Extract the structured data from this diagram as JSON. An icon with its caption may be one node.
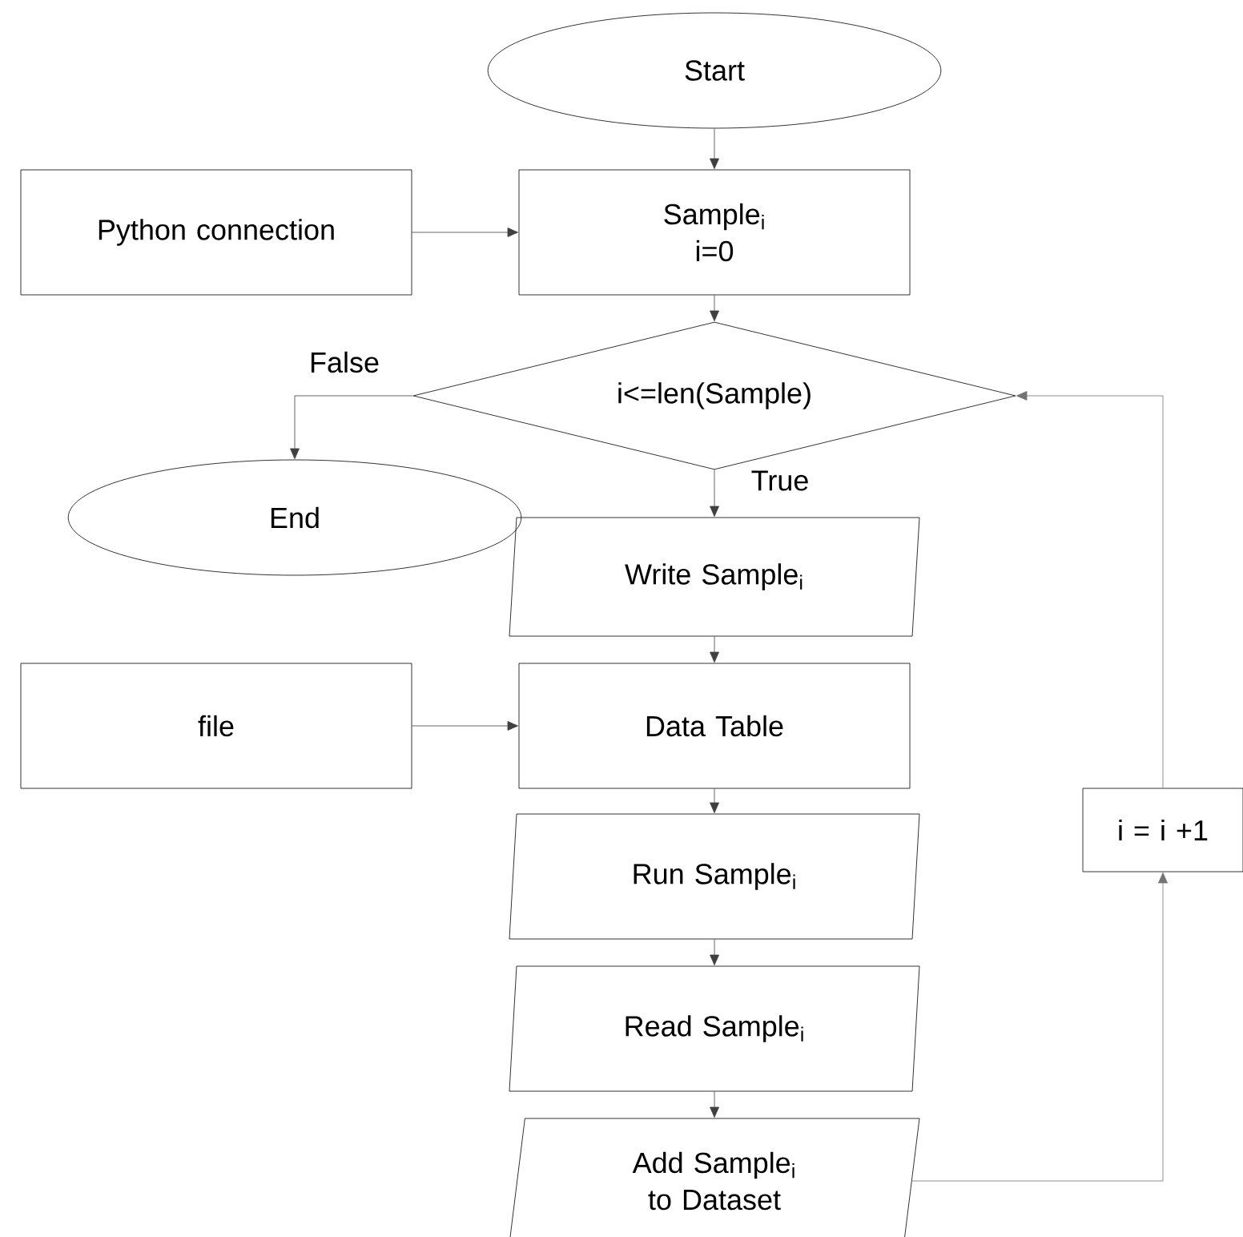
{
  "diagram": {
    "nodes": [
      {
        "text": [
          "Start"
        ]
      },
      {
        "text": [
          "Python connection"
        ]
      },
      {
        "text": [
          "Sample$_{i}$",
          "i=0"
        ]
      },
      {
        "text": [
          "i<=len(Sample)"
        ]
      },
      {
        "text": [
          "End"
        ]
      },
      {
        "text": [
          "Write Sample$_{i}$"
        ]
      },
      {
        "text": [
          "file"
        ]
      },
      {
        "text": [
          "Data Table"
        ]
      },
      {
        "text": [
          "Run Sample$_{i}$"
        ]
      },
      {
        "text": [
          "Read Sample$_{i}$"
        ]
      },
      {
        "text": [
          "Add Sample$_{i}$ to Dataset"
        ]
      },
      {
        "text": [
          "i = i +1"
        ]
      }
    ],
    "edges": [
      {
        "from": 0,
        "to": 2,
        "arrow": "to"
      },
      {
        "from": 1,
        "to": 2,
        "arrow": "to"
      },
      {
        "from": 2,
        "to": 3,
        "arrow": "to"
      },
      {
        "from": 3,
        "to": 4,
        "arrow": "to",
        "label": "False"
      },
      {
        "from": 3,
        "to": 5,
        "arrow": "to",
        "label": "True"
      },
      {
        "from": 5,
        "to": 7,
        "arrow": "to"
      },
      {
        "from": 6,
        "to": 7,
        "arrow": "to"
      },
      {
        "from": 7,
        "to": 8,
        "arrow": "to"
      },
      {
        "from": 8,
        "to": 9,
        "arrow": "to"
      },
      {
        "from": 9,
        "to": 10,
        "arrow": "to"
      },
      {
        "from": 10,
        "to": 11,
        "arrow": "to"
      },
      {
        "from": 11,
        "to": 3,
        "arrow": "to"
      }
    ]
  }
}
